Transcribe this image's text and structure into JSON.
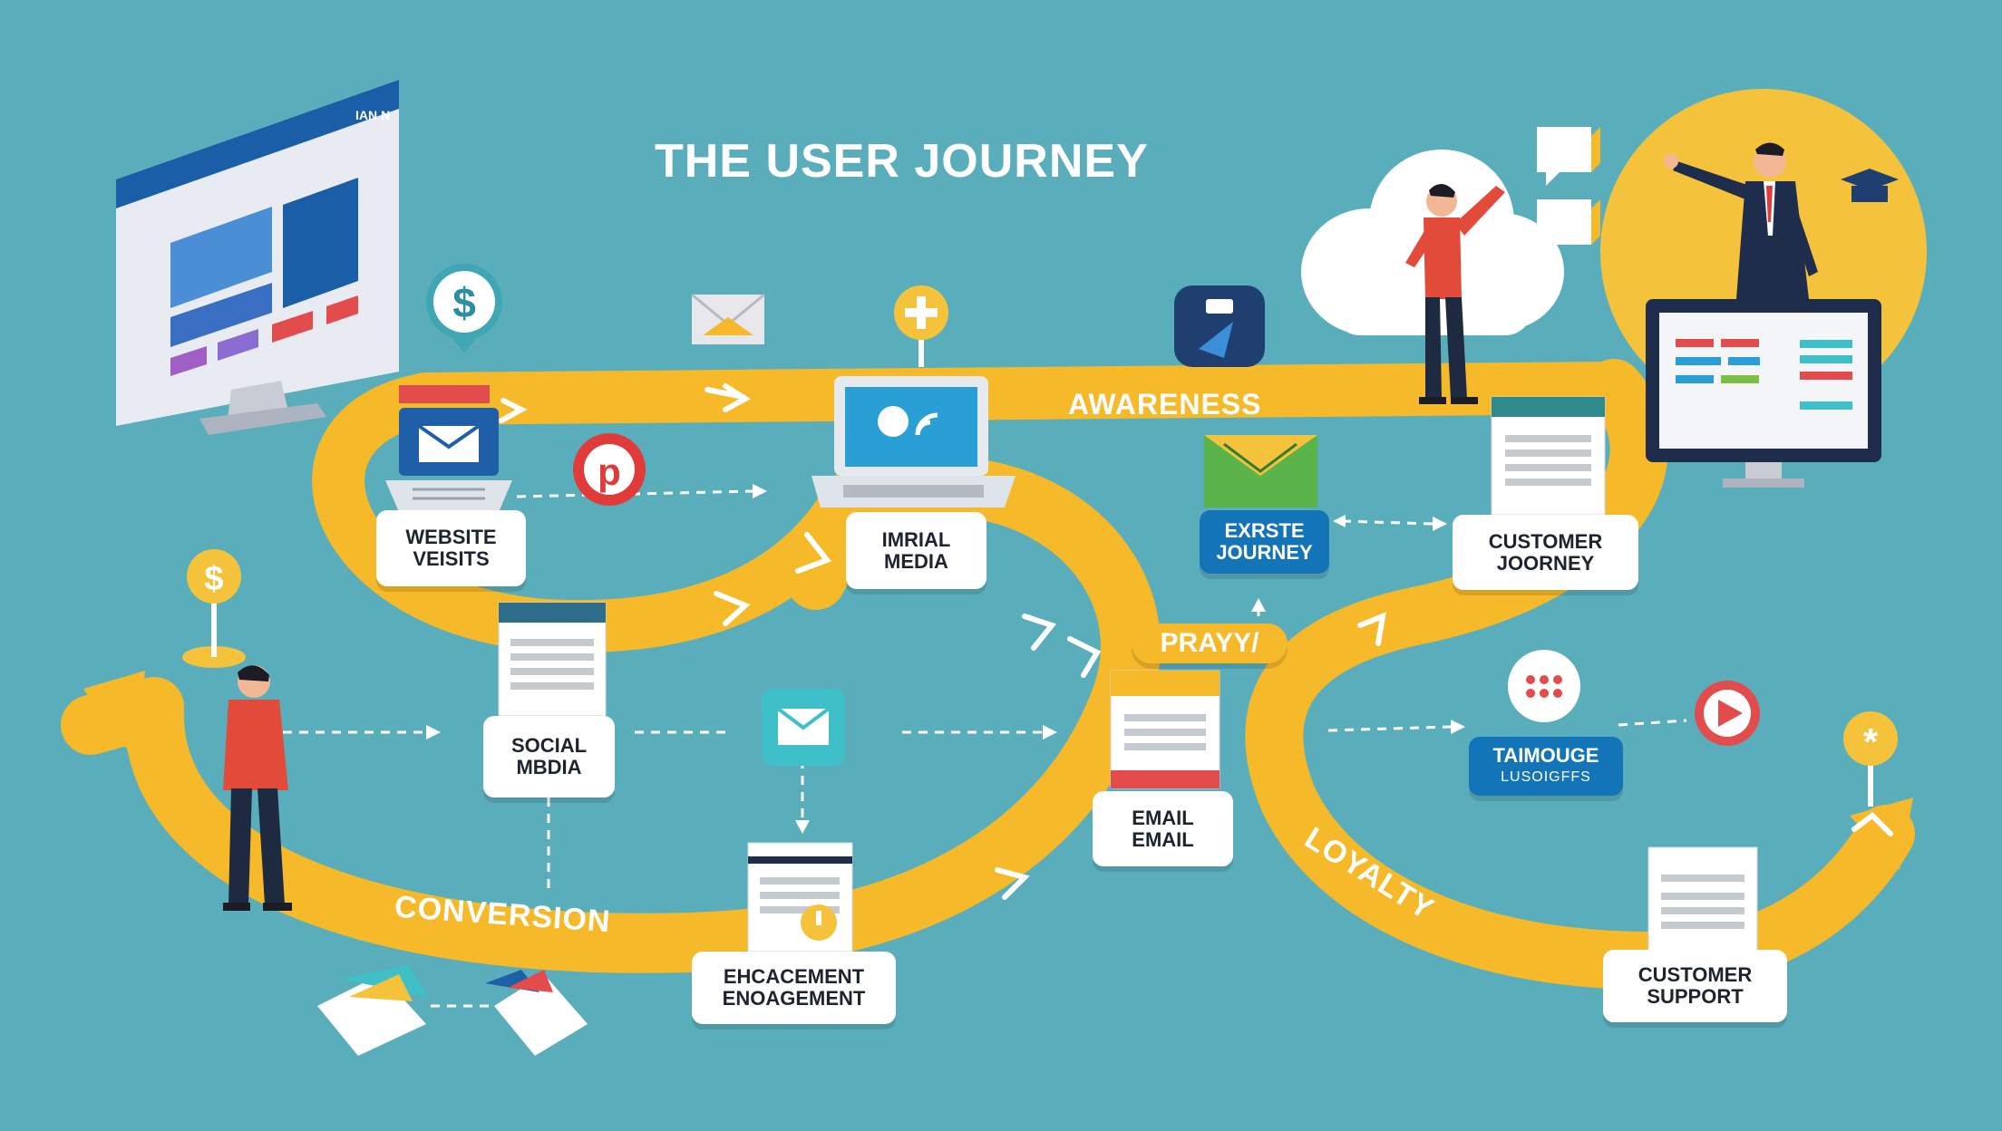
{
  "title": "THE USER JOURNEY",
  "paths": {
    "awareness": "AWARENESS",
    "conversion": "CONVERSION",
    "loyalty": "LOYALTY"
  },
  "nodes": {
    "website_visits": [
      "WEBSITE",
      "VEISITS"
    ],
    "imrial_media": [
      "IMRIAL",
      "MEDIA"
    ],
    "exrste_journey": [
      "EXRSTE",
      "JOURNEY"
    ],
    "customer_journey": [
      "CUSTOMER",
      "JOORNEY"
    ],
    "social_media": [
      "SOCIAL",
      "MBDIA"
    ],
    "prayy": "PRAYY/",
    "email": [
      "EMAIL",
      "EMAIL"
    ],
    "taimouge": [
      "TAIMOUGE",
      "LUSOIGFFS"
    ],
    "engagement": [
      "EHCACEMENT",
      "ENOAGEMENT"
    ],
    "customer_support": [
      "CUSTOMER",
      "SUPPORT"
    ]
  },
  "monitor_header": "IAN N",
  "colors": {
    "background": "#5aaebb",
    "path": "#f5b92a",
    "node_blue": "#1474b8",
    "accent_red": "#e53c3c",
    "sun": "#f5c33b"
  }
}
